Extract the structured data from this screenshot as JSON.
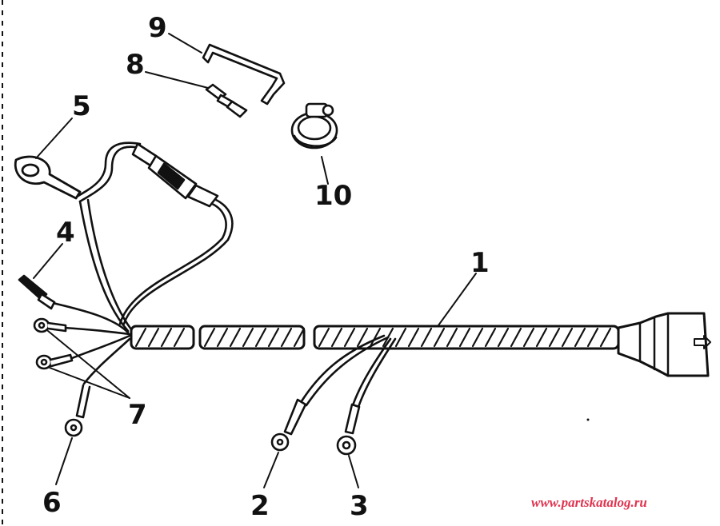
{
  "diagram": {
    "callouts": [
      "1",
      "2",
      "3",
      "4",
      "5",
      "6",
      "7",
      "8",
      "9",
      "10"
    ],
    "watermark": "www.partskatalog.ru",
    "colors": {
      "ink": "#111111",
      "watermark": "#e0334f",
      "background": "#ffffff"
    }
  }
}
